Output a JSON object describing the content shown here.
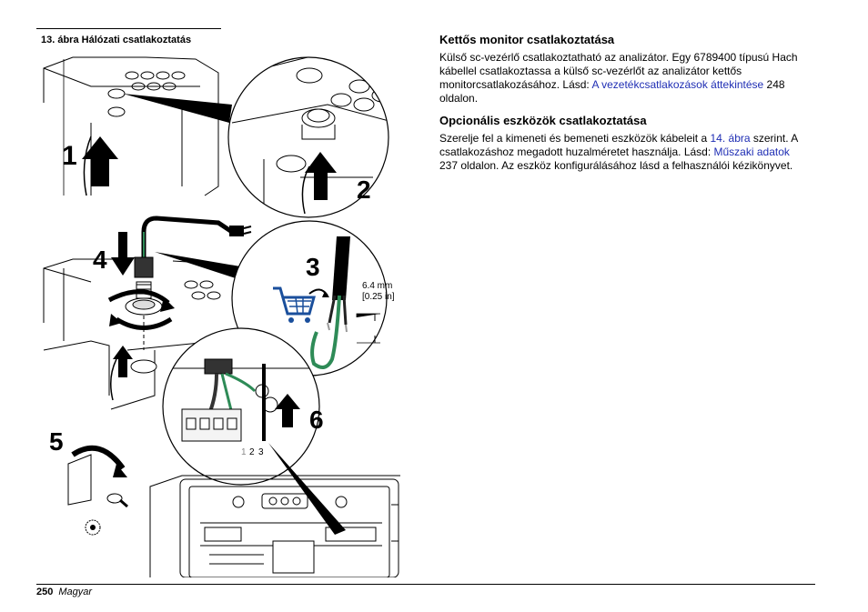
{
  "figure": {
    "caption": "13. ábra  Hálózati csatlakoztatás",
    "steps": [
      "1",
      "2",
      "3",
      "4",
      "5",
      "6"
    ],
    "dimension_mm": "6.4 mm",
    "dimension_in": "[0.25 in]",
    "terminal_numbers": [
      "1",
      "2",
      "3"
    ]
  },
  "section1": {
    "heading": "Kettős monitor csatlakoztatása",
    "text_a": "Külső sc-vezérlő csatlakoztatható az analizátor. Egy 6789400 típusú Hach kábellel csatlakoztassa a külső sc-vezérlőt az analizátor kettős monitorcsatlakozásához. Lásd: ",
    "link": "A vezetékcsatlakozások áttekintése",
    "text_b": " 248 oldalon."
  },
  "section2": {
    "heading": "Opcionális eszközök csatlakoztatása",
    "text_a": "Szerelje fel a kimeneti és bemeneti eszközök kábeleit a ",
    "link1": "14. ábra",
    "text_b": " szerint. A csatlakozáshoz megadott huzalméretet használja. Lásd: ",
    "link2": "Műszaki adatok",
    "text_c": " 237 oldalon. Az eszköz konfigurálásához lásd a felhasználói kézikönyvet."
  },
  "footer": {
    "page_number": "250",
    "language": "Magyar"
  },
  "colors": {
    "link": "#1f2eb4",
    "wire_green": "#2e8b57",
    "cart_blue": "#1a4f9c"
  }
}
